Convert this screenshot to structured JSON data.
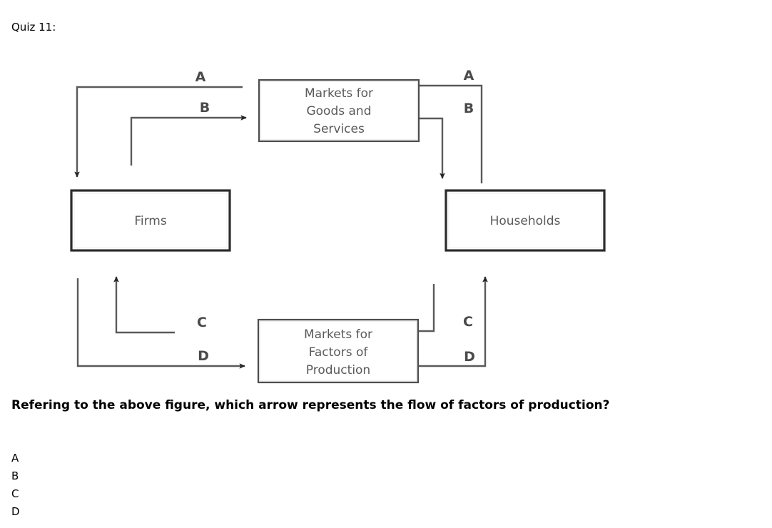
{
  "quiz": {
    "title": "Quiz 11:"
  },
  "figure": {
    "nodes": [
      {
        "id": "markets-goods",
        "lines": [
          "Markets for",
          "Goods and",
          "Services"
        ]
      },
      {
        "id": "firms",
        "lines": [
          "Firms"
        ]
      },
      {
        "id": "households",
        "lines": [
          "Households"
        ]
      },
      {
        "id": "markets-factors",
        "lines": [
          "Markets for",
          "Factors of",
          "Production"
        ]
      }
    ],
    "arrow_labels": {
      "top_left_a": "A",
      "top_left_b": "B",
      "top_right_a": "A",
      "top_right_b": "B",
      "bottom_left_c": "C",
      "bottom_left_d": "D",
      "bottom_right_c": "C",
      "bottom_right_d": "D"
    },
    "colors": {
      "node_border": "#4d4d4d",
      "node_border_strong": "#2b2b2b",
      "arrow_stroke": "#5a5a5a",
      "arrow_head": "#262626",
      "label_text": "#4a4a4a",
      "node_text": "#5a5a5a",
      "background": "#ffffff"
    }
  },
  "question": {
    "text": "Refering to the above figure, which arrow represents the flow of factors of production?"
  },
  "options": [
    {
      "label": "A"
    },
    {
      "label": "B"
    },
    {
      "label": "C"
    },
    {
      "label": "D"
    }
  ]
}
